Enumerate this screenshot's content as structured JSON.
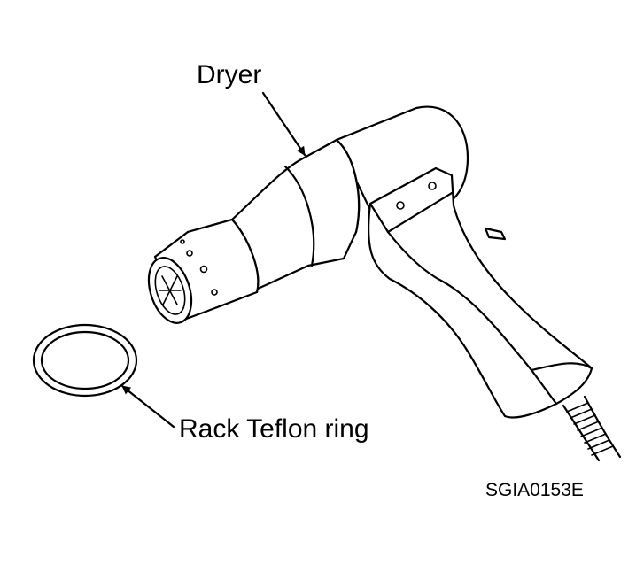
{
  "labels": {
    "dryer": "Dryer",
    "ring": "Rack  Teflon ring",
    "code": "SGIA0153E"
  },
  "colors": {
    "line": "#000000",
    "background": "#ffffff"
  }
}
